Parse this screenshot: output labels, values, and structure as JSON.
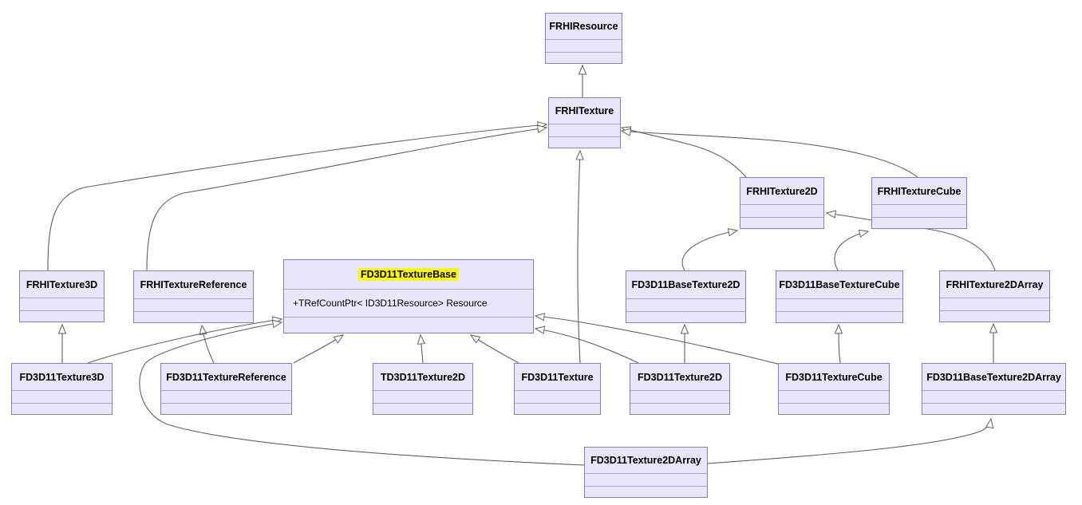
{
  "diagram": {
    "type": "class-inheritance-graph",
    "colors": {
      "node_fill": "#e8e7f9",
      "node_border": "#9673c4",
      "divider": "#a79fd4",
      "edge": "#5f5f5f",
      "highlight": "#ffff00",
      "background": "#ffffff"
    },
    "nodes": [
      {
        "id": "FRHIResource",
        "label": "FRHIResource"
      },
      {
        "id": "FRHITexture",
        "label": "FRHITexture"
      },
      {
        "id": "FRHITexture2D",
        "label": "FRHITexture2D"
      },
      {
        "id": "FRHITextureCube",
        "label": "FRHITextureCube"
      },
      {
        "id": "FRHITexture3D",
        "label": "FRHITexture3D"
      },
      {
        "id": "FRHITextureReference",
        "label": "FRHITextureReference"
      },
      {
        "id": "FD3D11TextureBase",
        "label": "FD3D11TextureBase",
        "highlighted": true,
        "members": [
          "+TRefCountPtr< ID3D11Resource> Resource"
        ]
      },
      {
        "id": "FD3D11BaseTexture2D",
        "label": "FD3D11BaseTexture2D"
      },
      {
        "id": "FD3D11BaseTextureCube",
        "label": "FD3D11BaseTextureCube"
      },
      {
        "id": "FRHITexture2DArray",
        "label": "FRHITexture2DArray"
      },
      {
        "id": "FD3D11Texture3D",
        "label": "FD3D11Texture3D"
      },
      {
        "id": "FD3D11TextureReference",
        "label": "FD3D11TextureReference"
      },
      {
        "id": "TD3D11Texture2D",
        "label": "TD3D11Texture2D"
      },
      {
        "id": "FD3D11Texture",
        "label": "FD3D11Texture"
      },
      {
        "id": "FD3D11Texture2D",
        "label": "FD3D11Texture2D"
      },
      {
        "id": "FD3D11TextureCube",
        "label": "FD3D11TextureCube"
      },
      {
        "id": "FD3D11BaseTexture2DArray",
        "label": "FD3D11BaseTexture2DArray"
      },
      {
        "id": "FD3D11Texture2DArray",
        "label": "FD3D11Texture2DArray"
      }
    ],
    "edges": [
      {
        "from": "FRHITexture",
        "to": "FRHIResource"
      },
      {
        "from": "FRHITexture3D",
        "to": "FRHITexture"
      },
      {
        "from": "FRHITextureReference",
        "to": "FRHITexture"
      },
      {
        "from": "FRHITexture2D",
        "to": "FRHITexture"
      },
      {
        "from": "FRHITextureCube",
        "to": "FRHITexture"
      },
      {
        "from": "FD3D11Texture",
        "to": "FRHITexture"
      },
      {
        "from": "FD3D11BaseTexture2D",
        "to": "FRHITexture2D"
      },
      {
        "from": "FRHITexture2DArray",
        "to": "FRHITexture2D"
      },
      {
        "from": "FD3D11BaseTextureCube",
        "to": "FRHITextureCube"
      },
      {
        "from": "FD3D11Texture3D",
        "to": "FRHITexture3D"
      },
      {
        "from": "FD3D11TextureReference",
        "to": "FRHITextureReference"
      },
      {
        "from": "FD3D11Texture3D",
        "to": "FD3D11TextureBase"
      },
      {
        "from": "FD3D11Texture2DArray",
        "to": "FD3D11TextureBase"
      },
      {
        "from": "FD3D11TextureReference",
        "to": "FD3D11TextureBase"
      },
      {
        "from": "TD3D11Texture2D",
        "to": "FD3D11TextureBase"
      },
      {
        "from": "FD3D11Texture",
        "to": "FD3D11TextureBase"
      },
      {
        "from": "FD3D11Texture2D",
        "to": "FD3D11TextureBase"
      },
      {
        "from": "FD3D11TextureCube",
        "to": "FD3D11TextureBase"
      },
      {
        "from": "FD3D11Texture2D",
        "to": "FD3D11BaseTexture2D"
      },
      {
        "from": "FD3D11TextureCube",
        "to": "FD3D11BaseTextureCube"
      },
      {
        "from": "FD3D11BaseTexture2DArray",
        "to": "FRHITexture2DArray"
      },
      {
        "from": "FD3D11Texture2DArray",
        "to": "FD3D11BaseTexture2DArray"
      }
    ]
  }
}
